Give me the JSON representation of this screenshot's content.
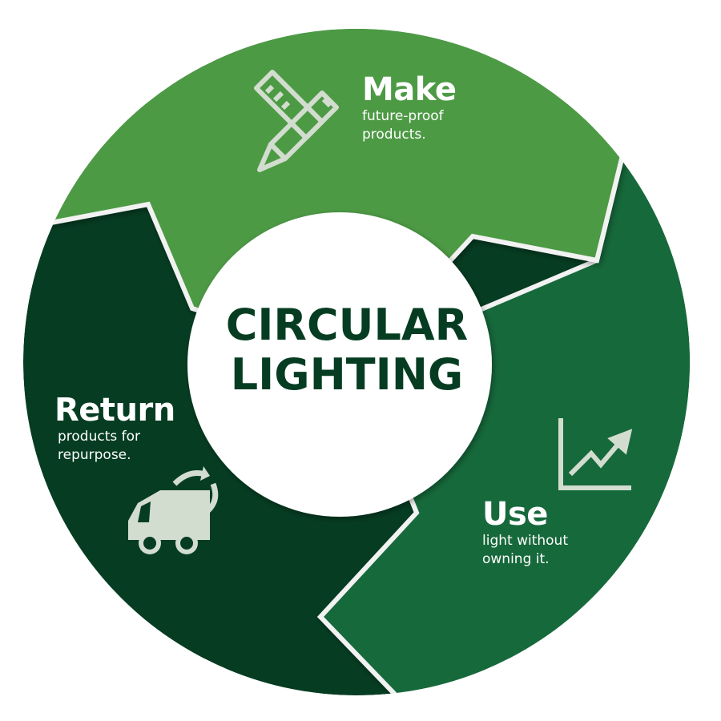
{
  "title": {
    "line1": "CIRCULAR",
    "line2": "LIGHTING"
  },
  "segments": [
    {
      "id": "make",
      "title": "Make",
      "line1": "future-proof",
      "line2": "products.",
      "icon": "ruler-pencil-icon",
      "color": "#4e9a45"
    },
    {
      "id": "use",
      "title": "Use",
      "line1": "light without",
      "line2": "owning it.",
      "icon": "growth-chart-icon",
      "color": "#12693a"
    },
    {
      "id": "return",
      "title": "Return",
      "line1": "products for",
      "line2": "repurpose.",
      "icon": "truck-recycle-icon",
      "color": "#063d22"
    }
  ],
  "colors": {
    "icon": "#d3ddcf",
    "title_text": "#063d22"
  }
}
